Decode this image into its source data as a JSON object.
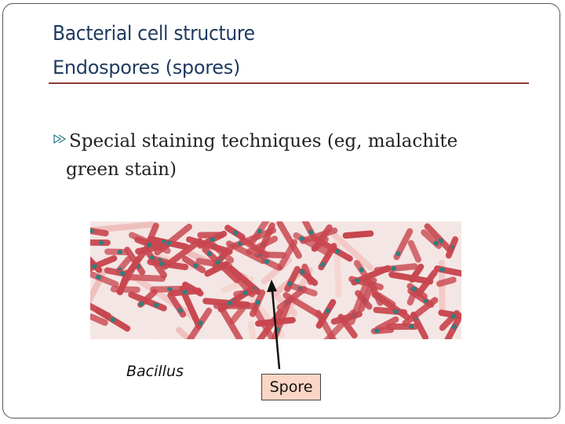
{
  "slide": {
    "title": "Bacterial cell structure",
    "subtitle": "Endospores (spores)",
    "bullet_line1": "Special staining techniques (eg, malachite",
    "bullet_line2": "green stain)",
    "label_bacillus": "Bacillus",
    "label_spore": "Spore"
  },
  "colors": {
    "title": "#1f3a5f",
    "rule": "#8b3a3a",
    "spore_box": "#fbd5c5",
    "cell_stain": "#c8464f",
    "spore_stain": "#2f7f7f"
  },
  "icons": {
    "bullet": "open-arrow-bullet-icon",
    "pointer": "arrow-up-icon"
  }
}
